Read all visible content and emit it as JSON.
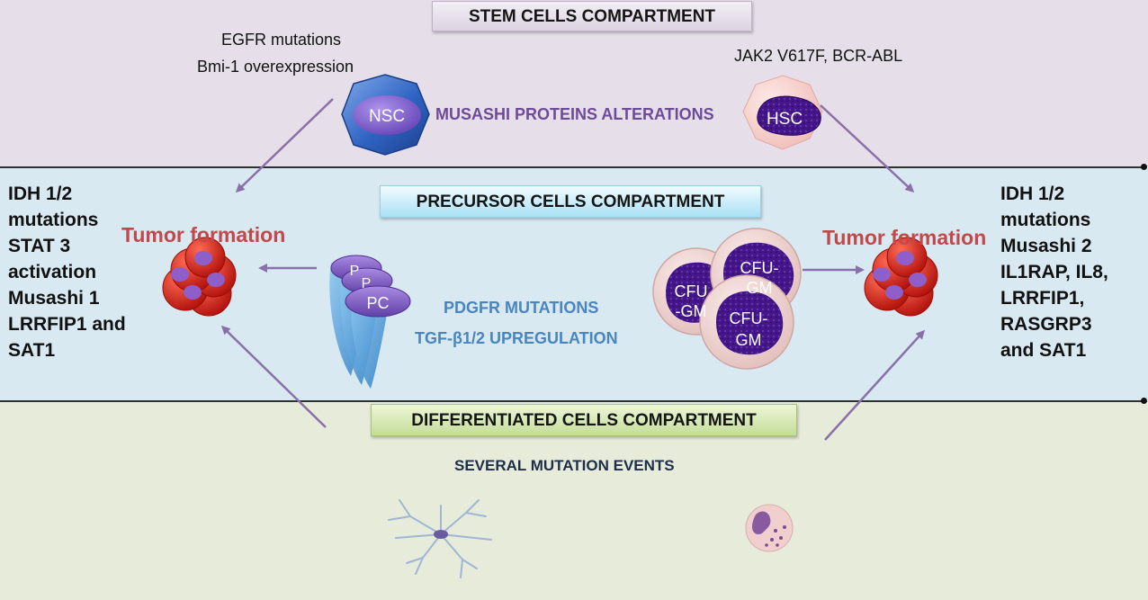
{
  "compartments": {
    "stem": "STEM CELLS COMPARTMENT",
    "precursor": "PRECURSOR CELLS COMPARTMENT",
    "differentiated": "DIFFERENTIATED CELLS COMPARTMENT"
  },
  "stem_labels": {
    "nsc_mutation_1": "EGFR mutations",
    "nsc_mutation_2": "Bmi-1 overexpression",
    "hsc_mutations": "JAK2 V617F, BCR-ABL",
    "musashi": "MUSASHI PROTEINS ALTERATIONS"
  },
  "cells": {
    "nsc": "NSC",
    "hsc": "HSC",
    "pc_back": "P",
    "pc_mid": "P",
    "pc_front": "PC",
    "cfu_1": "CFU-",
    "cfu_1b": "GM",
    "cfu_2": "CFU",
    "cfu_2b": "-GM",
    "cfu_3": "CFU-",
    "cfu_3b": "GM"
  },
  "precursor_labels": {
    "pdgfr": "PDGFR MUTATIONS",
    "tgf": "TGF-β1/2 UPREGULATION",
    "tumor_left": "Tumor formation",
    "tumor_right": "Tumor formation"
  },
  "left_mutations": [
    "IDH 1/2",
    "mutations",
    "STAT 3",
    "activation",
    "Musashi 1",
    "LRRFIP1 and",
    "SAT1"
  ],
  "right_mutations": [
    "IDH 1/2",
    "mutations",
    "Musashi 2",
    "IL1RAP, IL8,",
    "LRRFIP1,",
    "RASGRP3",
    "and SAT1"
  ],
  "differentiated_labels": {
    "several": "SEVERAL MUTATION EVENTS"
  },
  "colors": {
    "stem_band": "#e6dfe9",
    "precursor_band": "#d8e9f2",
    "differentiated_band": "#e7ebd9",
    "arrow": "#8a70a8",
    "tumor_text": "#c2484a"
  }
}
